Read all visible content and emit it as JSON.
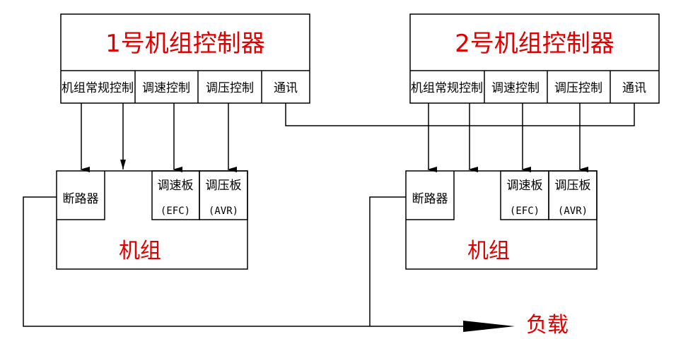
{
  "controllers": [
    {
      "title": "1号机组控制器",
      "functions": [
        "机组常规控制",
        "调速控制",
        "调压控制",
        "通讯"
      ]
    },
    {
      "title": "2号机组控制器",
      "functions": [
        "机组常规控制",
        "调速控制",
        "调压控制",
        "通讯"
      ]
    }
  ],
  "units": [
    {
      "title": "机组",
      "breaker": "断路器",
      "speed_board": {
        "name": "调速板",
        "code": "(EFC)"
      },
      "voltage_board": {
        "name": "调压板",
        "code": "(AVR)"
      }
    },
    {
      "title": "机组",
      "breaker": "断路器",
      "speed_board": {
        "name": "调速板",
        "code": "(EFC)"
      },
      "voltage_board": {
        "name": "调压板",
        "code": "(AVR)"
      }
    }
  ],
  "load_label": "负载",
  "colors": {
    "line": "#000000",
    "title": "#e00000"
  }
}
